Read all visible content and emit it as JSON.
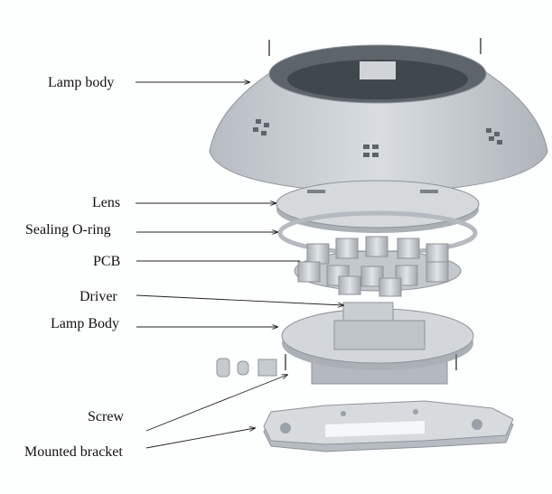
{
  "diagram": {
    "type": "exploded view",
    "labels": {
      "lamp_body_top": "Lamp body",
      "lens": "Lens",
      "sealing_o_ring": "Sealing O-ring",
      "pcb": "PCB",
      "driver": "Driver",
      "lamp_body_bottom": "Lamp Body",
      "screw": "Screw",
      "mounted_bracket": "Mounted bracket"
    },
    "colors": {
      "part": "#c9ced3",
      "part_dark": "#9aa1a8",
      "part_light": "#e3e6e9",
      "line": "#222222"
    }
  }
}
